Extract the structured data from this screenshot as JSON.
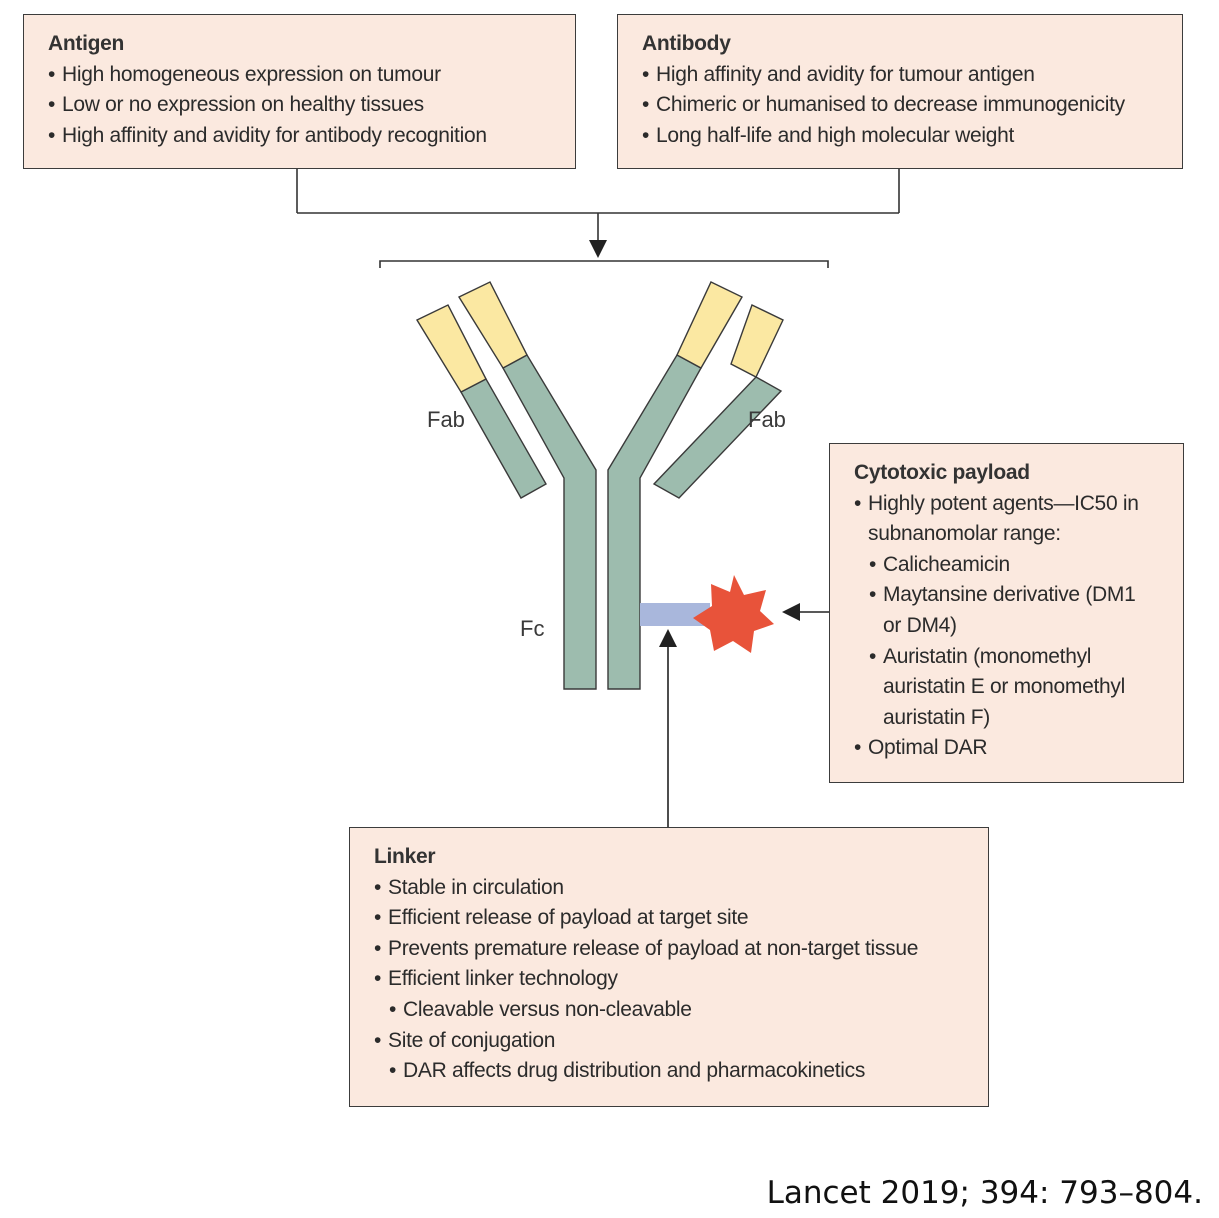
{
  "antigen": {
    "title": "Antigen",
    "items": [
      "High homogeneous expression on tumour",
      "Low or no expression on healthy tissues",
      "High affinity and avidity for antibody recognition"
    ]
  },
  "antibody": {
    "title": "Antibody",
    "items": [
      "High affinity and avidity for tumour antigen",
      "Chimeric or humanised to decrease immunogenicity",
      "Long half-life and high molecular weight"
    ]
  },
  "diagram_labels": {
    "fab_left": "Fab",
    "fab_right": "Fab",
    "fc": "Fc"
  },
  "payload": {
    "title": "Cytotoxic payload",
    "items": [
      {
        "text": "Highly potent agents—IC50 in subnanomolar range:",
        "level": 1
      },
      {
        "text": "Calicheamicin",
        "level": 2
      },
      {
        "text": "Maytansine derivative (DM1 or DM4)",
        "level": 2
      },
      {
        "text": "Auristatin (monomethyl auristatin E or monomethyl auristatin F)",
        "level": 2
      },
      {
        "text": "Optimal DAR",
        "level": 1
      }
    ]
  },
  "linker": {
    "title": "Linker",
    "items": [
      {
        "text": "Stable in circulation",
        "level": 1
      },
      {
        "text": "Efficient release of payload at target site",
        "level": 1
      },
      {
        "text": "Prevents premature release of payload at non-target tissue",
        "level": 1
      },
      {
        "text": "Efficient linker technology",
        "level": 1
      },
      {
        "text": "Cleavable versus non-cleavable",
        "level": 2
      },
      {
        "text": "Site of conjugation",
        "level": 1
      },
      {
        "text": "DAR affects drug distribution and pharmacokinetics",
        "level": 2
      }
    ]
  },
  "citation": "Lancet 2019; 394: 793–804.",
  "colors": {
    "box_fill": "#fbe9df",
    "heavy_chain": "#9dbcae",
    "variable_region": "#fbe8a2",
    "linker_bar": "#a9b7dc",
    "payload_star": "#e8533a"
  }
}
